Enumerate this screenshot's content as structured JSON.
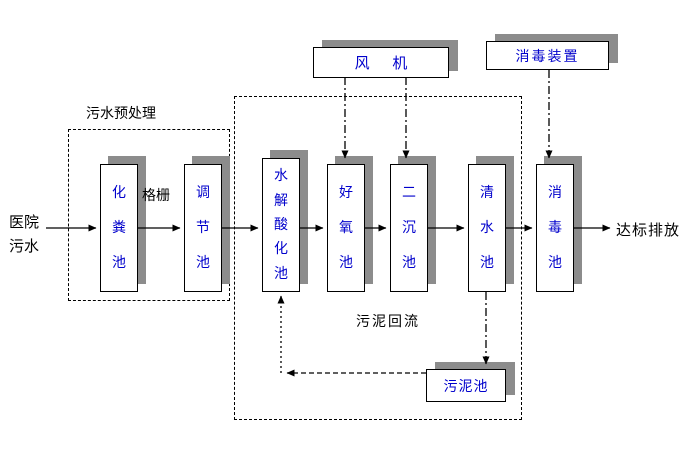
{
  "colors": {
    "box_text": "#0000cc",
    "shadow": "#8c8c8c",
    "line": "#000000"
  },
  "labels": {
    "influent": "医院污水",
    "effluent": "达标排放",
    "pretreatment_zone": "污水预处理",
    "screen": "格栅",
    "sludge_return": "污泥回流"
  },
  "equipment": {
    "fan": "风 机",
    "disinfection_device": "消毒装置"
  },
  "tanks": {
    "septic": "化粪池",
    "regulating": "调节池",
    "hydrolysis_acidification": "水解酸化池",
    "aerobic": "好氧池",
    "secondary_sedimentation": "二沉池",
    "clear_water": "清水池",
    "disinfection": "消毒池",
    "sludge": "污泥池"
  }
}
